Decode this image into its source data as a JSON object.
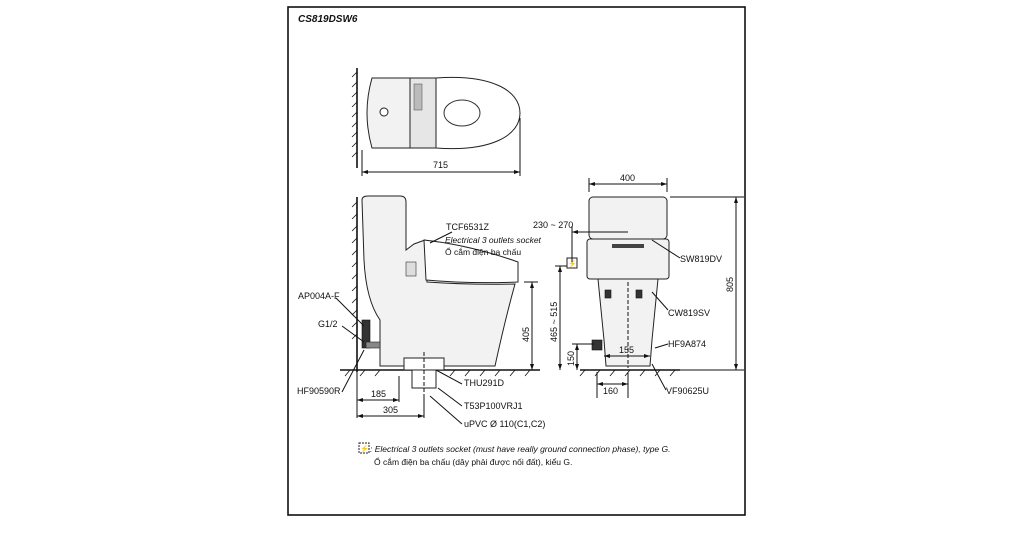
{
  "model": "CS819DSW6",
  "dimensions": {
    "top_length": "715",
    "width": "400",
    "seat_height": "405",
    "outlet_height": "465 ~ 515",
    "total_height": "805",
    "socket_offset": "230 ~ 270",
    "water_inlet_height": "150",
    "drain_offset_1": "185",
    "drain_offset_2": "305",
    "inlet_spacing": "155",
    "side_offset": "160"
  },
  "parts": {
    "seat": "TCF6531Z",
    "socket_title": "Electrical 3 outlets socket",
    "socket_vi": "Ổ cắm điện ba chấu",
    "valve": "AP004A-F",
    "inlet": "G1/2",
    "hose": "HF90590R",
    "flange": "THU291D",
    "bolt": "T53P100VRJ1",
    "pipe": "uPVC Ø 110(C1,C2)",
    "tank": "SW819DV",
    "bowl": "CW819SV",
    "hose2": "HF9A874",
    "valve2": "VF90625U"
  },
  "footnote": {
    "line1": ": Electrical 3 outlets socket (must have really ground connection phase), type G.",
    "line2": "Ổ cắm điện ba chấu (dây phải được nối đất), kiểu G."
  }
}
